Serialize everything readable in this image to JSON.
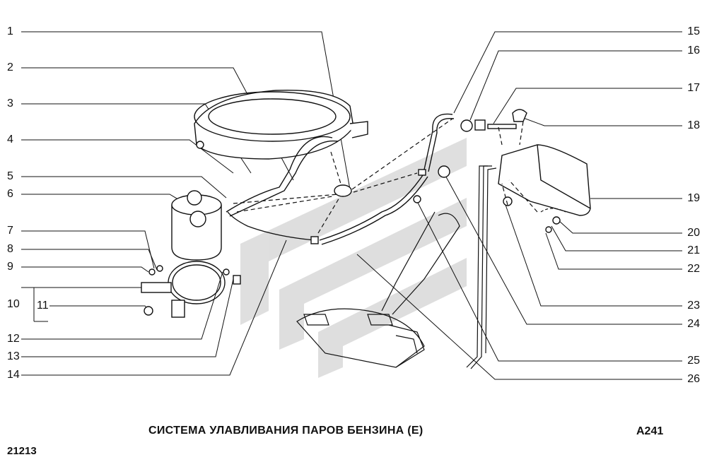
{
  "callouts_left": [
    "1",
    "2",
    "3",
    "4",
    "5",
    "6",
    "7",
    "8",
    "9",
    "10",
    "11",
    "12",
    "13",
    "14"
  ],
  "callouts_right": [
    "15",
    "16",
    "17",
    "18",
    "19",
    "20",
    "21",
    "22",
    "23",
    "24",
    "25",
    "26"
  ],
  "caption": "СИСТЕМА УЛАВЛИВАНИЯ ПАРОВ БЕНЗИНА (Е)",
  "figure_code": "А241",
  "model_number": "21213"
}
